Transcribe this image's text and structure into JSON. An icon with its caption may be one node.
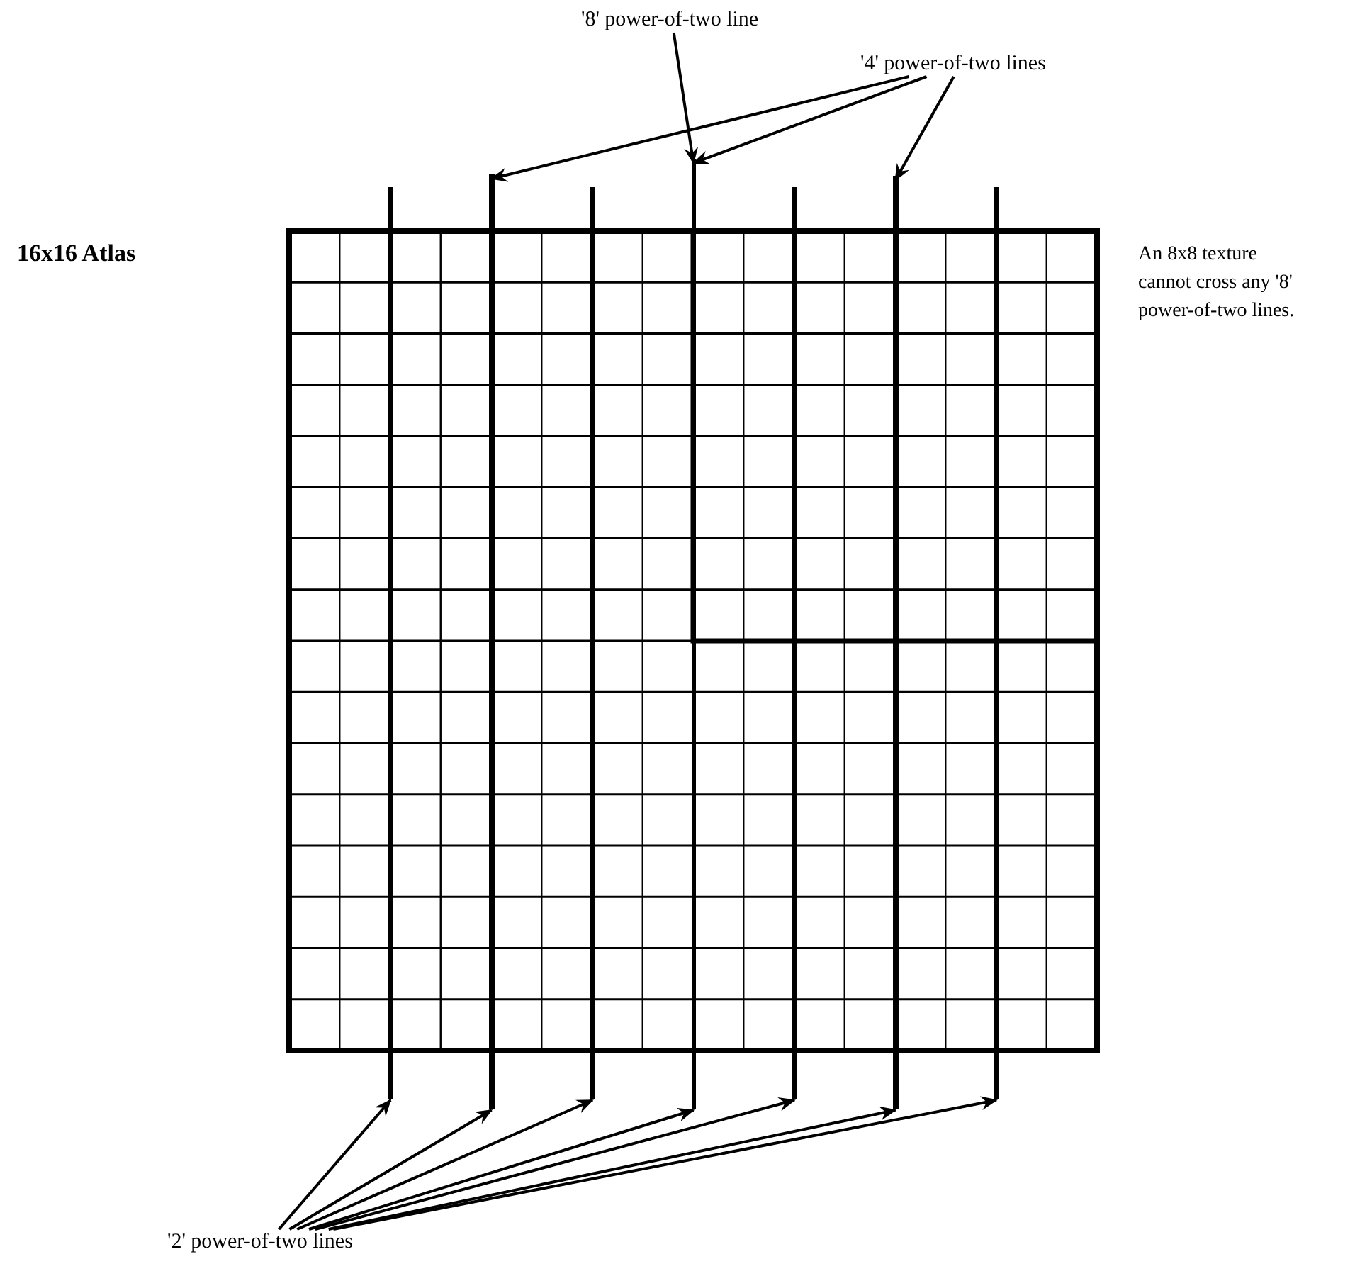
{
  "diagram": {
    "nodes": [
      {
        "text": [
          "'8' power-of-two line"
        ]
      },
      {
        "text": [
          "'4' power-of-two lines"
        ]
      },
      {
        "text": [],
        "shape": "line"
      },
      {
        "text": [],
        "shape": "line"
      },
      {
        "text": [],
        "shape": "line"
      },
      {
        "text": [],
        "shape": "line"
      },
      {
        "text": [],
        "shape": "line"
      },
      {
        "text": [],
        "shape": "line"
      },
      {
        "text": [],
        "shape": "line"
      },
      {
        "text": [
          "'2' power-of-two lines"
        ]
      }
    ],
    "edges": [
      {
        "from": 0,
        "to": 5,
        "arrow": "to"
      },
      {
        "from": 1,
        "to": 3,
        "arrow": "to"
      },
      {
        "from": 1,
        "to": 5,
        "arrow": "to"
      },
      {
        "from": 1,
        "to": 7,
        "arrow": "to"
      },
      {
        "from": 9,
        "to": 2,
        "arrow": "to"
      },
      {
        "from": 9,
        "to": 3,
        "arrow": "to"
      },
      {
        "from": 9,
        "to": 4,
        "arrow": "to"
      },
      {
        "from": 9,
        "to": 5,
        "arrow": "to"
      },
      {
        "from": 9,
        "to": 6,
        "arrow": "to"
      },
      {
        "from": 9,
        "to": 7,
        "arrow": "to"
      },
      {
        "from": 9,
        "to": 8,
        "arrow": "to"
      }
    ],
    "labels": [
      "16x16 Atlas",
      "An 8x8 texture cannot cross any '8' power-of-two lines."
    ]
  }
}
